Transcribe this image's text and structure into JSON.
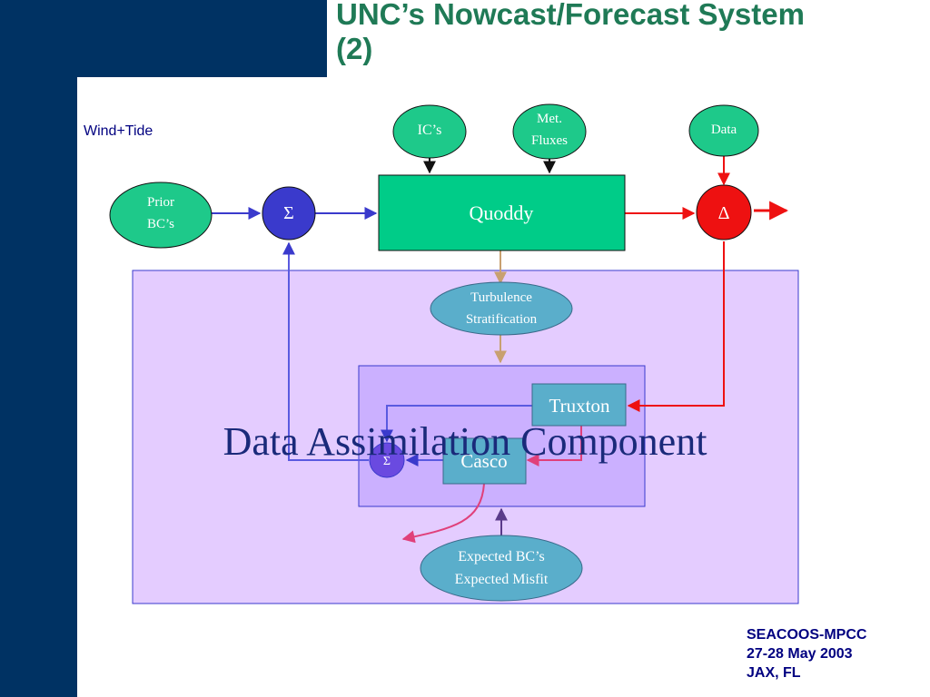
{
  "slide": {
    "title_line1": "UNC’s Nowcast/Forecast System",
    "title_line2": "(2)",
    "subtitle": "Wind+Tide",
    "footer": {
      "line1": "SEACOOS-MPCC",
      "line2": "27-28 May 2003",
      "line3": "JAX, FL"
    }
  },
  "colors": {
    "sidebar": "#003263",
    "title": "#1f7a56",
    "text_blue": "#000080",
    "green_node": "#1ec98a",
    "quoddy_box": "#00cc88",
    "sigma_node": "#3a3acc",
    "delta_node": "#ee1111",
    "teal_node": "#5aaecb",
    "panel_outer": "#e4ccff",
    "panel_inner": "#cbb0ff"
  },
  "diagram": {
    "ics": "IC’s",
    "met_line1": "Met.",
    "met_line2": "Fluxes",
    "data": "Data",
    "prior_line1": "Prior",
    "prior_line2": "BC’s",
    "sigma": "Σ",
    "quoddy": "Quoddy",
    "delta": "Δ",
    "turb_line1": "Turbulence",
    "turb_line2": "Stratification",
    "truxton": "Truxton",
    "casco": "Casco",
    "inner_sigma": "Σ",
    "expected_line1": "Expected BC’s",
    "expected_line2": "Expected Misfit",
    "overlay": "Data Assimilation Component"
  }
}
